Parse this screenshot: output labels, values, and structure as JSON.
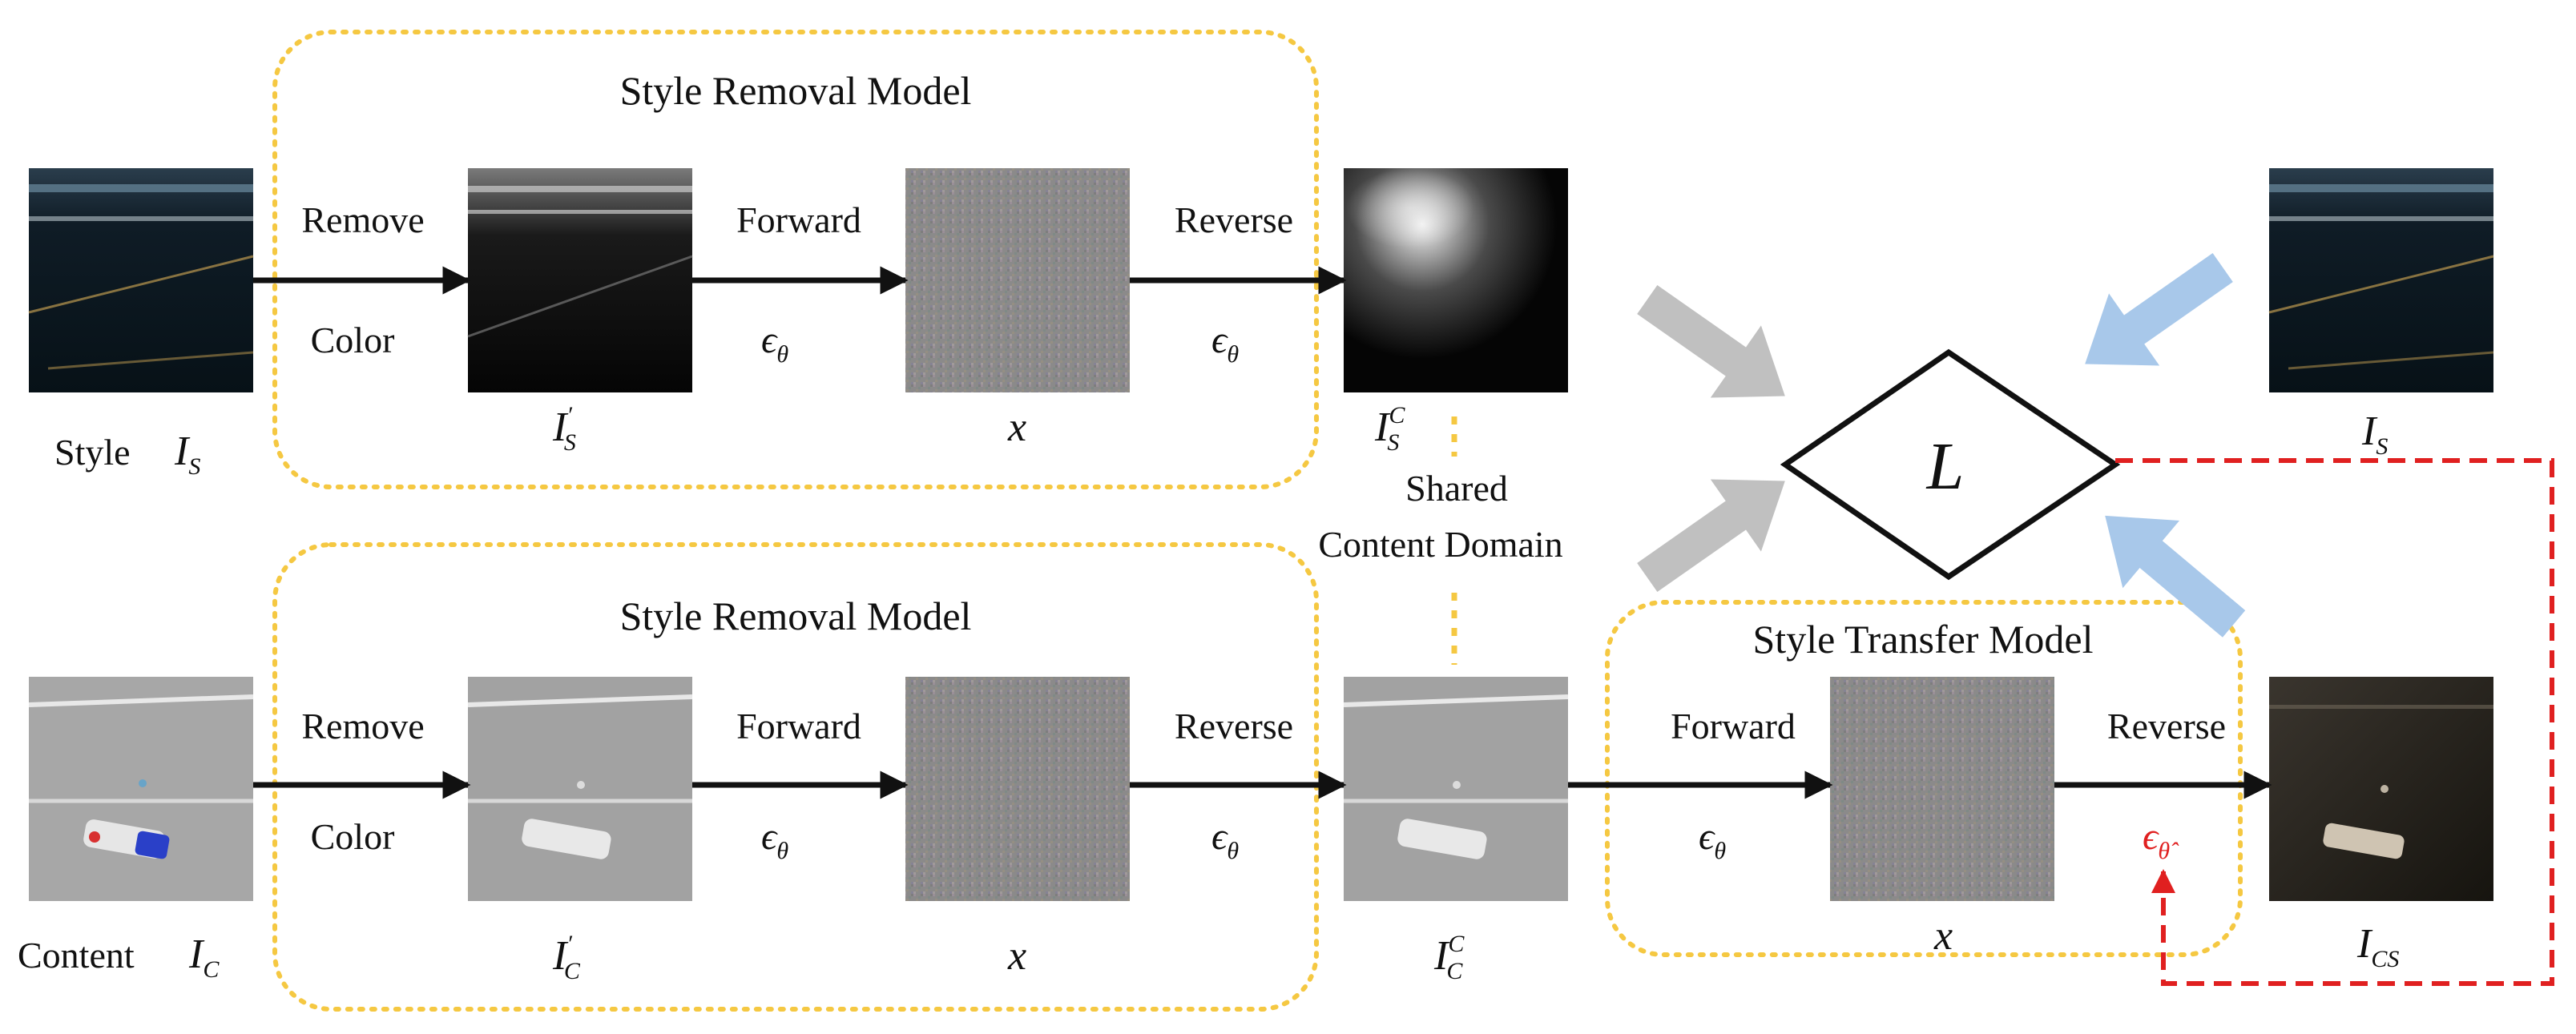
{
  "colors": {
    "dotted_border": "#f5c842",
    "arrow": "#111111",
    "red_dashed": "#e02020",
    "gray_arrow": "#c0c0c0",
    "blue_arrow": "#a8c8ea"
  },
  "top_row": {
    "model_title": "Style Removal Model",
    "style_label": "Style",
    "style_symbol": "I",
    "style_sub": "S",
    "remove_label": "Remove",
    "color_label": "Color",
    "forward_label": "Forward",
    "reverse_label": "Reverse",
    "eps": "ϵ",
    "theta": "θ",
    "i_prime_symbol": "I",
    "i_prime_sup": "′",
    "i_prime_sub": "S",
    "x_symbol": "x",
    "isc_symbol": "I",
    "isc_sup": "C",
    "isc_sub": "S"
  },
  "middle": {
    "shared_line1": "Shared",
    "shared_line2": "Content Domain",
    "loss_symbol": "L",
    "target_symbol": "I",
    "target_sub": "S"
  },
  "bottom_row": {
    "model_title": "Style Removal Model",
    "content_label": "Content",
    "content_symbol": "I",
    "content_sub": "C",
    "remove_label": "Remove",
    "color_label": "Color",
    "forward_label": "Forward",
    "reverse_label": "Reverse",
    "eps": "ϵ",
    "theta": "θ",
    "i_prime_symbol": "I",
    "i_prime_sup": "′",
    "i_prime_sub": "C",
    "x_symbol": "x",
    "icc_symbol": "I",
    "icc_sup": "C",
    "icc_sub": "C"
  },
  "transfer": {
    "model_title": "Style Transfer Model",
    "forward_label": "Forward",
    "reverse_label": "Reverse",
    "eps": "ϵ",
    "theta": "θ",
    "theta_hat": "θ̂",
    "x_symbol": "x",
    "output_symbol": "I",
    "output_sub": "CS"
  }
}
